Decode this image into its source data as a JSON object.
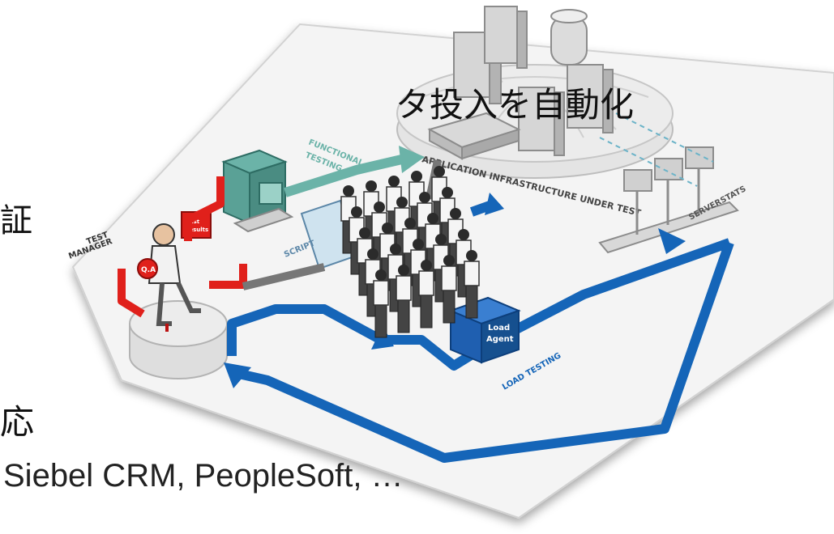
{
  "slide": {
    "line1": "タ投入を自動化",
    "line2": "証",
    "line3": "応",
    "line4": "Siebel CRM, PeopleSoft, …"
  },
  "diagram": {
    "label_app_infra": "APPLICATION INFRASTRUCTURE UNDER TEST",
    "label_functional": "FUNCTIONAL",
    "label_testing": "TESTING",
    "label_test": "TEST",
    "label_manager": "MANAGER",
    "label_script": "SCRIPT",
    "label_serverstats": "SERVERSTATS",
    "label_load_testing": "LOAD TESTING",
    "label_load": "Load",
    "label_agent": "Agent",
    "label_qa": "Q.A",
    "label_screen_1": "Test",
    "label_screen_2": "Results"
  },
  "colors": {
    "red_arrow": "#e0201b",
    "blue_arrow": "#1565b8",
    "teal_arrow": "#6bb3a8",
    "gray_arrow": "#777777",
    "board": "#f4f4f4",
    "board_edge": "#cfcfcf"
  }
}
